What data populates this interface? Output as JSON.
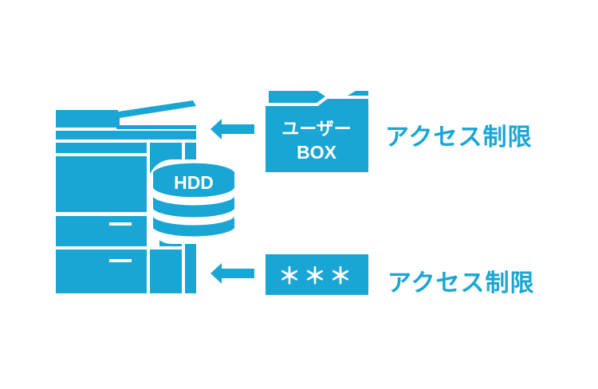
{
  "colors": {
    "primary": "#1aa6d4",
    "background": "#ffffff"
  },
  "hdd": {
    "label": "HDD"
  },
  "user_box": {
    "line1": "ユーザー",
    "line2": "BOX"
  },
  "password": {
    "mask": "＊＊＊"
  },
  "access_top": {
    "label": "アクセス制限"
  },
  "access_bottom": {
    "label": "アクセス制限"
  },
  "icons": [
    "multifunction-printer-icon",
    "hdd-database-icon",
    "folder-icon",
    "password-field-icon",
    "arrow-left-icon"
  ]
}
